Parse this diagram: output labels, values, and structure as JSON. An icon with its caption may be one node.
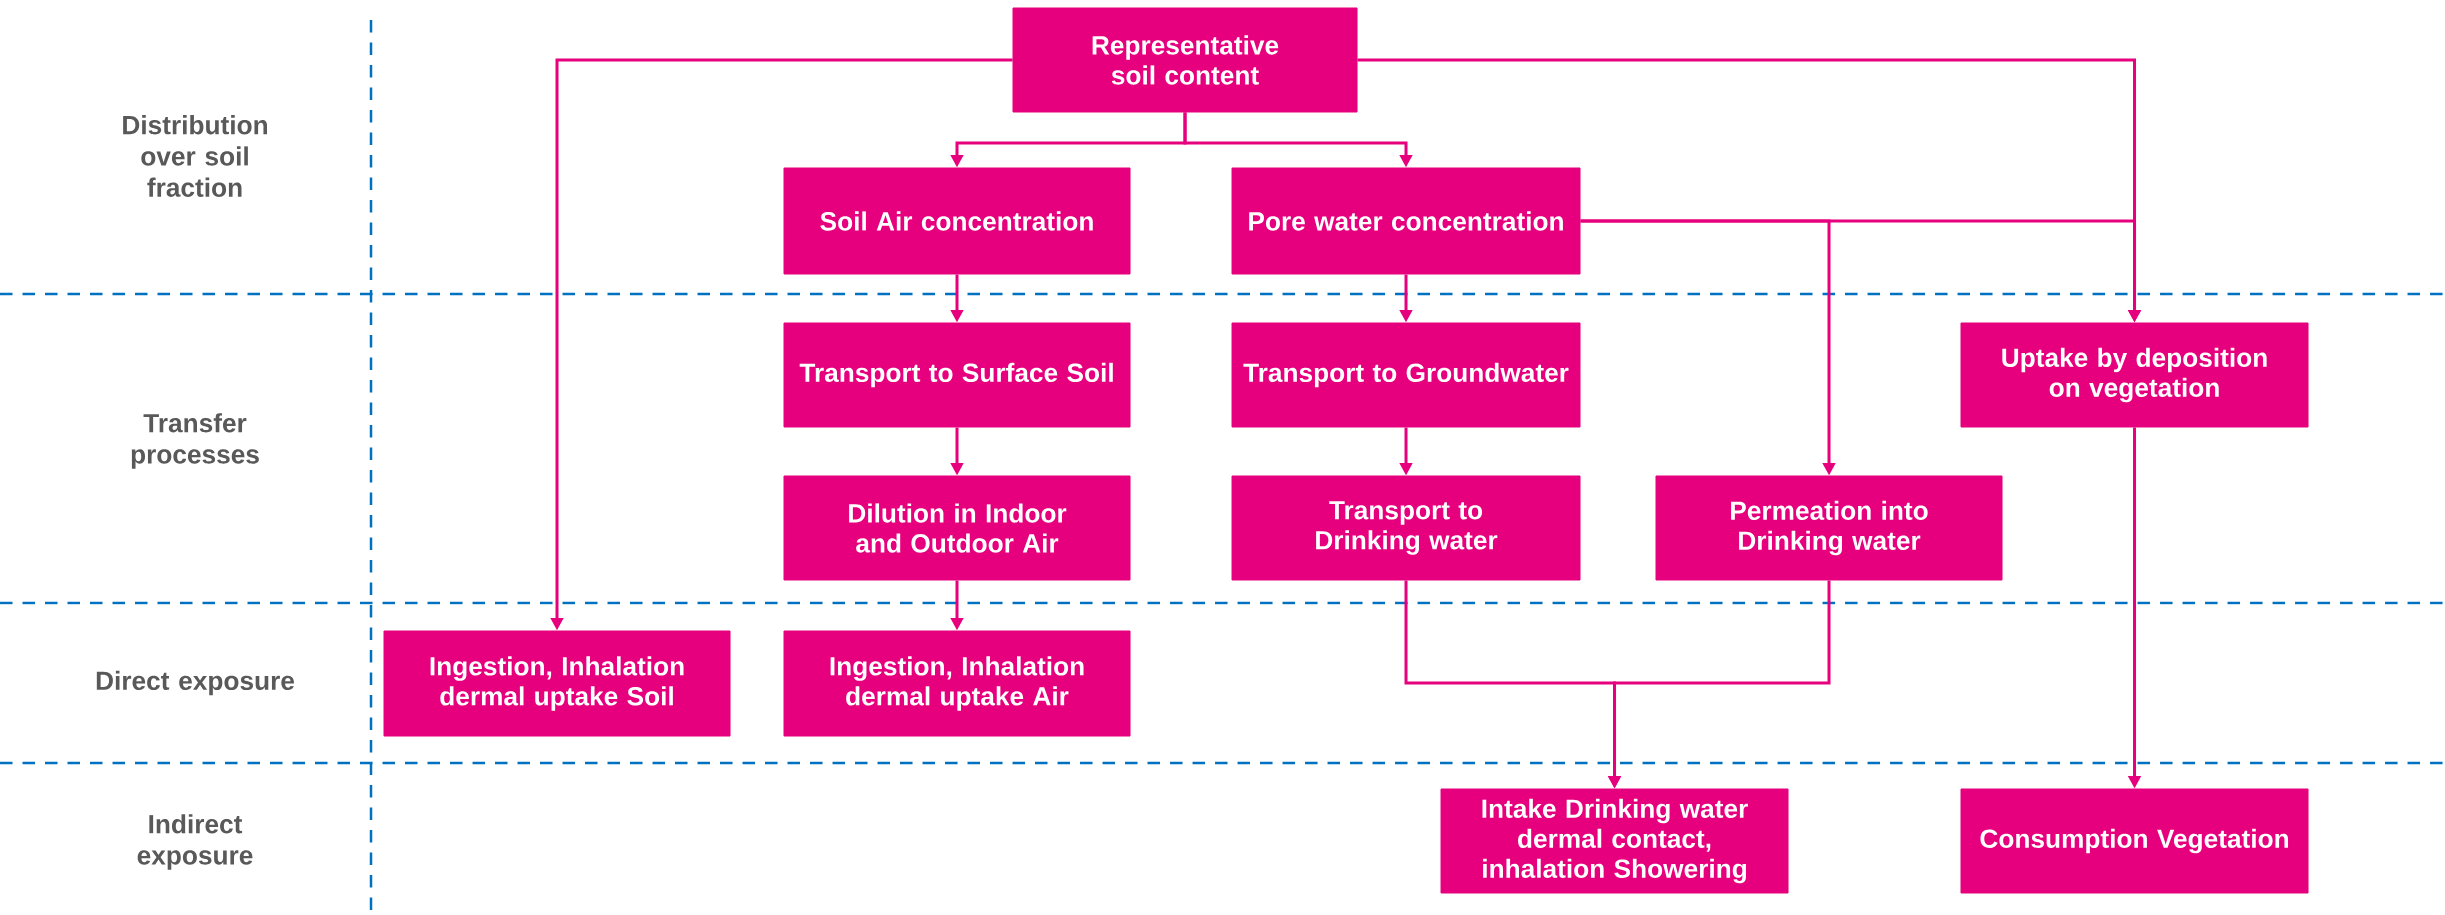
{
  "diagram": {
    "nodes": [
      {
        "text": [
          "Representative soil content"
        ]
      },
      {
        "text": [
          "Soil Air concentration"
        ]
      },
      {
        "text": [
          "Pore water concentration"
        ]
      },
      {
        "text": [
          "Transport to Surface Soil"
        ]
      },
      {
        "text": [
          "Transport to Groundwater"
        ]
      },
      {
        "text": [
          "Uptake by deposition on vegetation"
        ]
      },
      {
        "text": [
          "Dilution in Indoor and Outdoor Air"
        ]
      },
      {
        "text": [
          "Transport to Drinking water"
        ]
      },
      {
        "text": [
          "Permeation into Drinking water"
        ]
      },
      {
        "text": [
          "Ingestion, Inhalation dermal uptake Soil"
        ]
      },
      {
        "text": [
          "Ingestion, Inhalation dermal uptake Air"
        ]
      },
      {
        "text": [
          "Intake Drinking water dermal contact, inhalation Showering"
        ]
      },
      {
        "text": [
          "Consumption Vegetation"
        ]
      }
    ],
    "edges": [
      {
        "from": 0,
        "to": 9,
        "arrow": "to"
      },
      {
        "from": 0,
        "to": 1,
        "arrow": "to"
      },
      {
        "from": 0,
        "to": 2,
        "arrow": "to"
      },
      {
        "from": 0,
        "to": 5,
        "arrow": "to"
      },
      {
        "from": 1,
        "to": 3,
        "arrow": "to"
      },
      {
        "from": 2,
        "to": 4,
        "arrow": "to"
      },
      {
        "from": 2,
        "to": 8,
        "arrow": "to"
      },
      {
        "from": 2,
        "to": 5,
        "arrow": "to"
      },
      {
        "from": 3,
        "to": 6,
        "arrow": "to"
      },
      {
        "from": 4,
        "to": 7,
        "arrow": "to"
      },
      {
        "from": 6,
        "to": 10,
        "arrow": "to"
      },
      {
        "from": 7,
        "to": 11,
        "arrow": "to"
      },
      {
        "from": 8,
        "to": 11,
        "arrow": "to"
      },
      {
        "from": 5,
        "to": 12,
        "arrow": "to"
      }
    ],
    "labels": [
      "Distribution over soil fraction",
      "Transfer processes",
      "Direct exposure",
      "Indirect exposure"
    ]
  }
}
